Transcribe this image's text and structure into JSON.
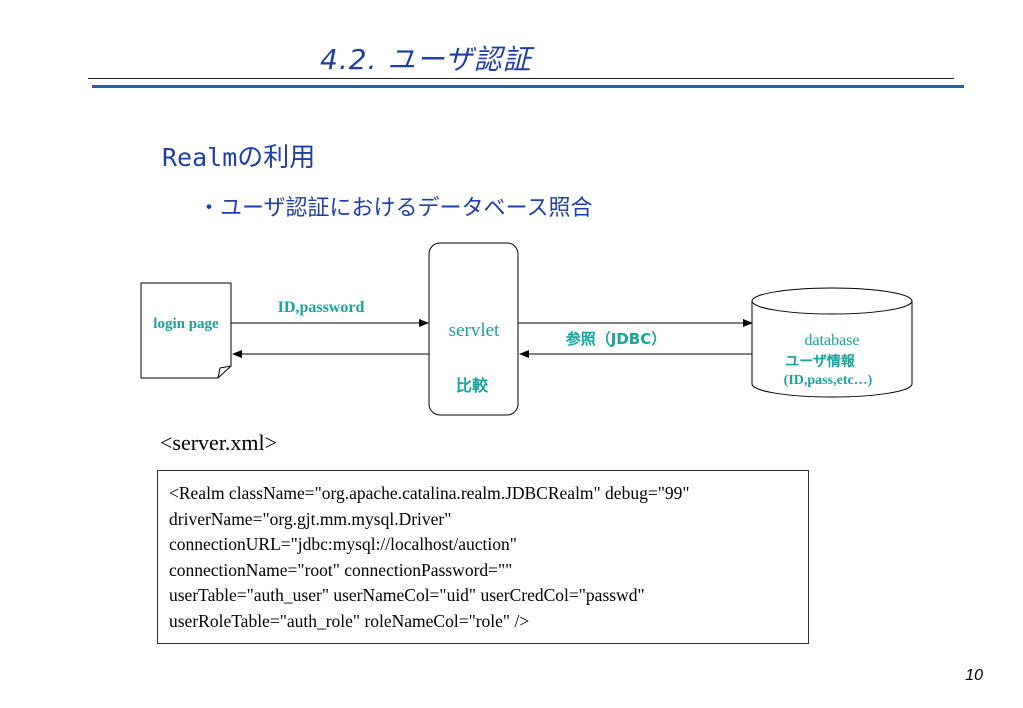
{
  "title": "4.2.  ユーザ認証",
  "heading": {
    "mono": "Realm",
    "rest": "の利用"
  },
  "bullet": "・ユーザ認証におけるデータベース照合",
  "diagram": {
    "login_page": "login page",
    "arrow_top_label": "ID,password",
    "servlet": "servlet",
    "servlet_sub": "比較",
    "jdbc_label": "参照（JDBC）",
    "database": "database",
    "db_line1": "ユーザ情報",
    "db_line2": "(ID,pass,etc…)",
    "colors": {
      "teal": "#17a3a0",
      "blue": "#1f3fa8"
    }
  },
  "server_xml_label": "<server.xml>",
  "code_lines": [
    "<Realm  className=\"org.apache.catalina.realm.JDBCRealm\" debug=\"99\"",
    "driverName=\"org.gjt.mm.mysql.Driver\"",
    "connectionURL=\"jdbc:mysql://localhost/auction\"",
    "connectionName=\"root\" connectionPassword=\"\"",
    "userTable=\"auth_user\" userNameCol=\"uid\" userCredCol=\"passwd\"",
    "userRoleTable=\"auth_role\" roleNameCol=\"role\" />"
  ],
  "page_number": "10"
}
